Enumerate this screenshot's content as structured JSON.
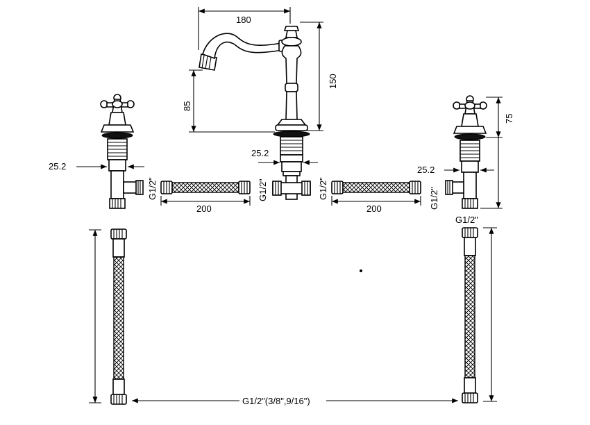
{
  "diagram": {
    "dimensions": {
      "spout_reach": "180",
      "spout_height": "150",
      "spout_clearance": "85",
      "center_shank_diameter": "25.2",
      "left_shank_diameter": "25.2",
      "right_shank_diameter": "25.2",
      "handle_height": "75",
      "left_hose_length": "200",
      "right_hose_length": "200"
    },
    "threads": {
      "left_valve_outlet": "G1/2\"",
      "center_left_inlet": "G1/2\"",
      "center_right_inlet": "G1/2\"",
      "right_valve_outlet": "G1/2\"",
      "right_valve_bottom": "G1/2\"",
      "supply_hose_connection": "G1/2\"(3/8\",9/16\")"
    }
  }
}
